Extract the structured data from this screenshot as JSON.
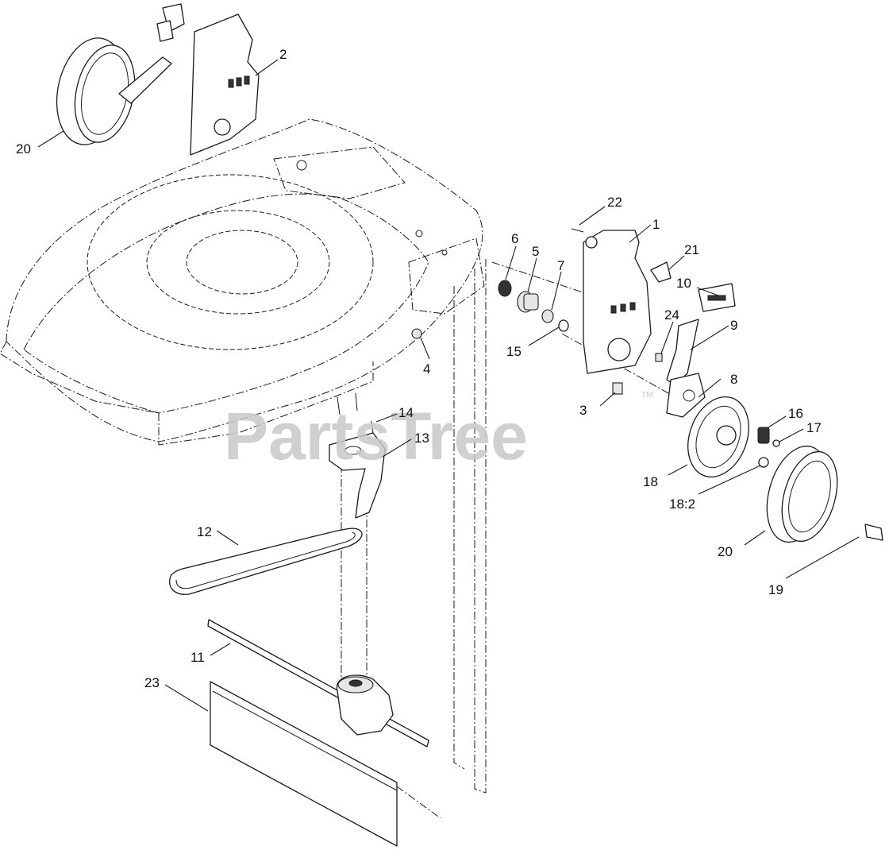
{
  "watermark": "PartsTree",
  "watermark_tm": "TM",
  "callouts": [
    {
      "id": "c1",
      "label": "1"
    },
    {
      "id": "c2",
      "label": "2"
    },
    {
      "id": "c3",
      "label": "3"
    },
    {
      "id": "c4",
      "label": "4"
    },
    {
      "id": "c5",
      "label": "5"
    },
    {
      "id": "c6",
      "label": "6"
    },
    {
      "id": "c7",
      "label": "7"
    },
    {
      "id": "c8",
      "label": "8"
    },
    {
      "id": "c9",
      "label": "9"
    },
    {
      "id": "c10",
      "label": "10"
    },
    {
      "id": "c11",
      "label": "11"
    },
    {
      "id": "c12",
      "label": "12"
    },
    {
      "id": "c13",
      "label": "13"
    },
    {
      "id": "c14",
      "label": "14"
    },
    {
      "id": "c15",
      "label": "15"
    },
    {
      "id": "c16",
      "label": "16"
    },
    {
      "id": "c17",
      "label": "17"
    },
    {
      "id": "c18",
      "label": "18"
    },
    {
      "id": "c182",
      "label": "18:2"
    },
    {
      "id": "c19",
      "label": "19"
    },
    {
      "id": "c20a",
      "label": "20"
    },
    {
      "id": "c20b",
      "label": "20"
    },
    {
      "id": "c21",
      "label": "21"
    },
    {
      "id": "c22",
      "label": "22"
    },
    {
      "id": "c23",
      "label": "23"
    },
    {
      "id": "c24",
      "label": "24"
    }
  ]
}
